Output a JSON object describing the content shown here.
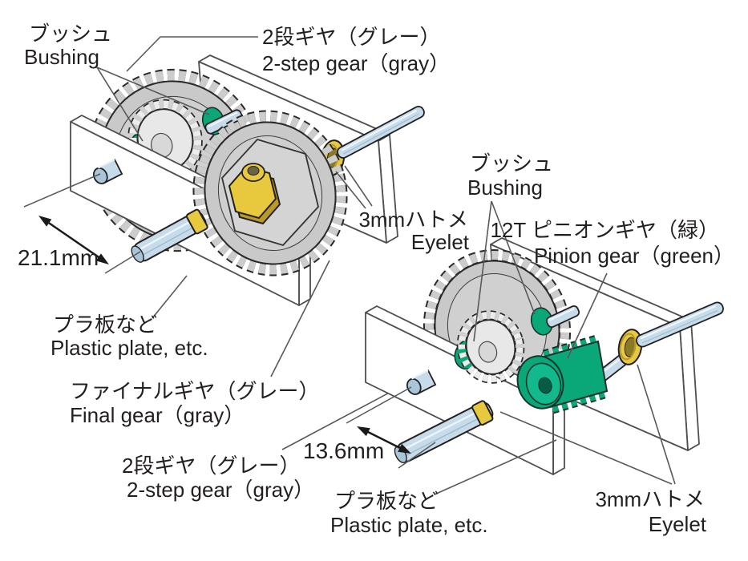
{
  "figure": {
    "type": "assembly-instruction-diagram",
    "description": "Gearbox mounting diagram with two isometric gear assemblies between plastic plates"
  },
  "colors": {
    "gear_gray": "#c9c9ca",
    "gear_face": "#d0d0d1",
    "pinion_white": "#e8e8e8",
    "bushing_green": "#0aa878",
    "eyelet_yellow": "#e8c93e",
    "shaft_blue": "#c6dcea",
    "outline": "#231f20",
    "leader_gray": "#58595b"
  },
  "diagram1": {
    "labels": {
      "bushing": {
        "jp": "ブッシュ",
        "en": "Bushing"
      },
      "two_step_gear_top": {
        "jp": "2段ギヤ（グレー）",
        "en": "2-step gear（gray）"
      },
      "eyelet": {
        "jp": "3mmハトメ",
        "en": "Eyelet"
      },
      "dimension": "21.1mm",
      "plastic_plate": {
        "jp": "プラ板など",
        "en": "Plastic plate, etc."
      },
      "final_gear": {
        "jp": "ファイナルギヤ（グレー）",
        "en": "Final gear（gray）"
      },
      "two_step_gear_bottom": {
        "jp": "2段ギヤ（グレー）",
        "en": "2-step gear（gray）"
      }
    }
  },
  "diagram2": {
    "labels": {
      "bushing": {
        "jp": "ブッシュ",
        "en": "Bushing"
      },
      "pinion_gear": {
        "jp": "12T ピニオンギヤ（緑）",
        "en": "Pinion gear（green）"
      },
      "dimension": "13.6mm",
      "plastic_plate": {
        "jp": "プラ板など",
        "en": "Plastic plate, etc."
      },
      "eyelet": {
        "jp": "3mmハトメ",
        "en": "Eyelet"
      }
    }
  }
}
